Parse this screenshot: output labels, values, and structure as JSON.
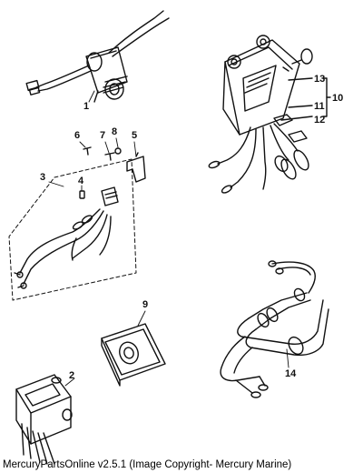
{
  "diagram": {
    "part_numbers": [
      "1",
      "2",
      "3",
      "4",
      "5",
      "6",
      "7",
      "8",
      "9",
      "10",
      "11",
      "12",
      "13",
      "14"
    ],
    "footer_caption": "MercuryPartsOnline v2.5.1 (Image Copyright- Mercury Marine)"
  }
}
